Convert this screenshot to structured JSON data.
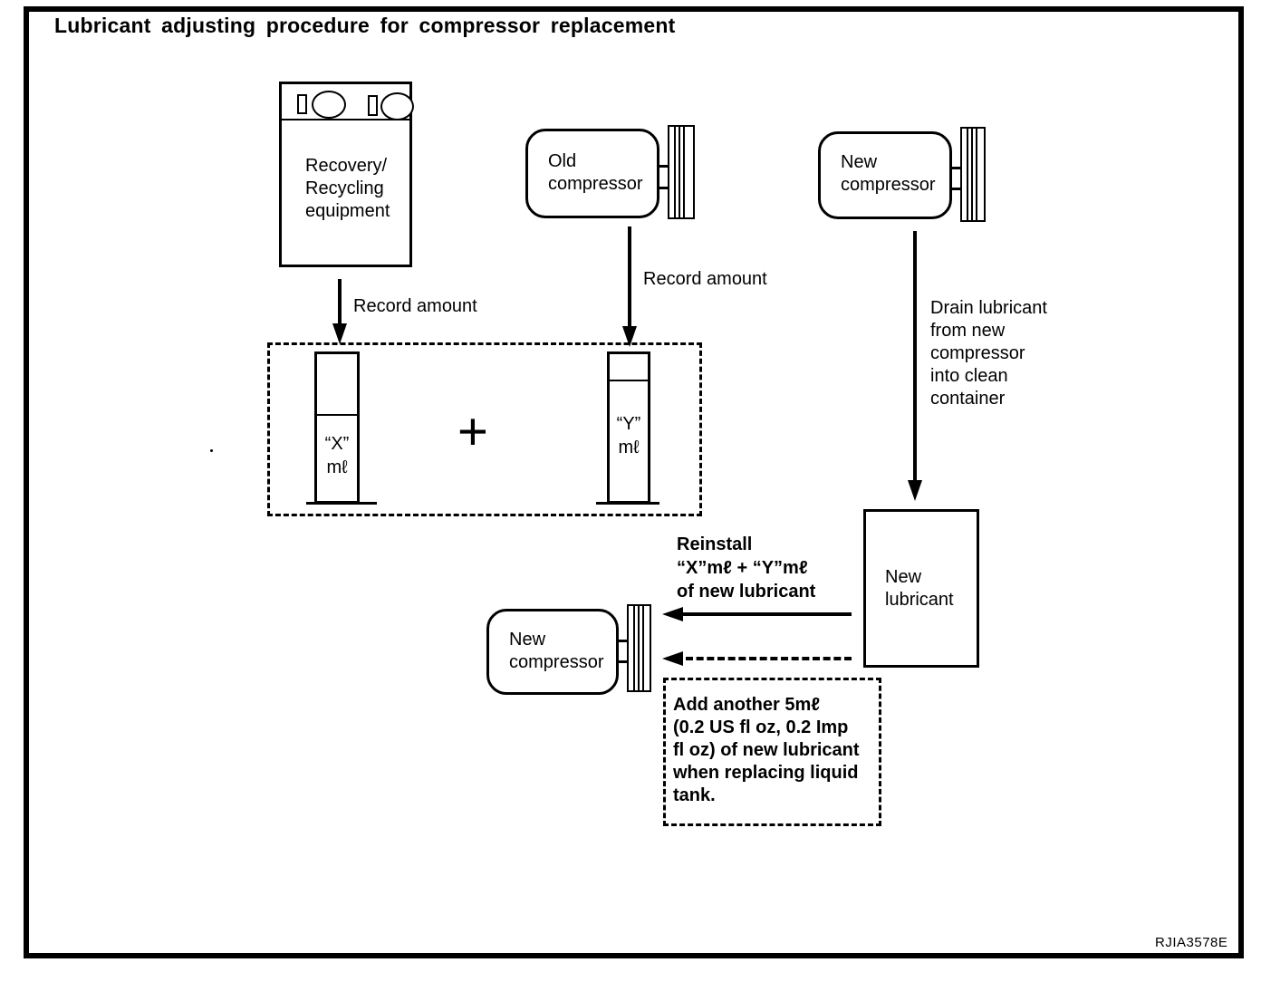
{
  "title": "Lubricant adjusting procedure for compressor replacement",
  "figure_code": "RJIA3578E",
  "colors": {
    "ink": "#000000",
    "paper": "#ffffff"
  },
  "nodes": {
    "recovery_equipment": {
      "label": "Recovery/\nRecycling\nequipment"
    },
    "old_compressor": {
      "label": "Old\ncompressor"
    },
    "new_compressor_top": {
      "label": "New\ncompressor"
    },
    "new_lubricant": {
      "label": "New\nlubricant"
    },
    "new_compressor_bottom": {
      "label": "New\ncompressor"
    },
    "cylinder_x": {
      "label": "“X”\nmℓ"
    },
    "cylinder_y": {
      "label": "“Y”\nmℓ"
    },
    "plus_sign": "+"
  },
  "annotations": {
    "record_amount_left": "Record amount",
    "record_amount_middle": "Record amount",
    "drain_note": "Drain lubricant\nfrom new\ncompressor\ninto clean\ncontainer",
    "reinstall_note": "Reinstall\n“X”mℓ + “Y”mℓ\nof new lubricant",
    "add_note": "Add another 5mℓ\n(0.2 US fl oz, 0.2 Imp\n fl oz) of new lubricant\nwhen replacing liquid\ntank."
  }
}
